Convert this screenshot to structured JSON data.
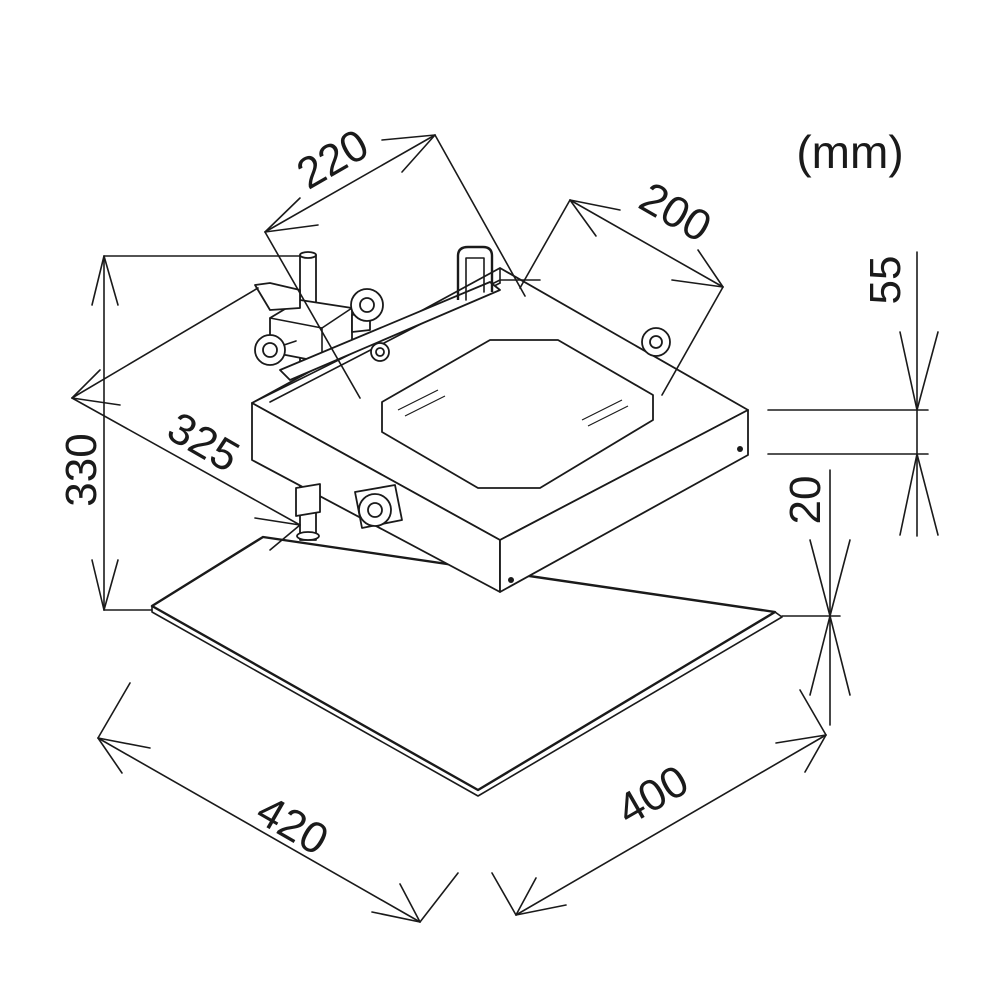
{
  "unit": "(mm)",
  "dimensions": {
    "plate_width": "420",
    "plate_depth": "400",
    "total_height": "330",
    "arm_reach": "325",
    "stage_depth": "220",
    "stage_width": "200",
    "stage_height": "55",
    "plate_thickness": "20"
  }
}
